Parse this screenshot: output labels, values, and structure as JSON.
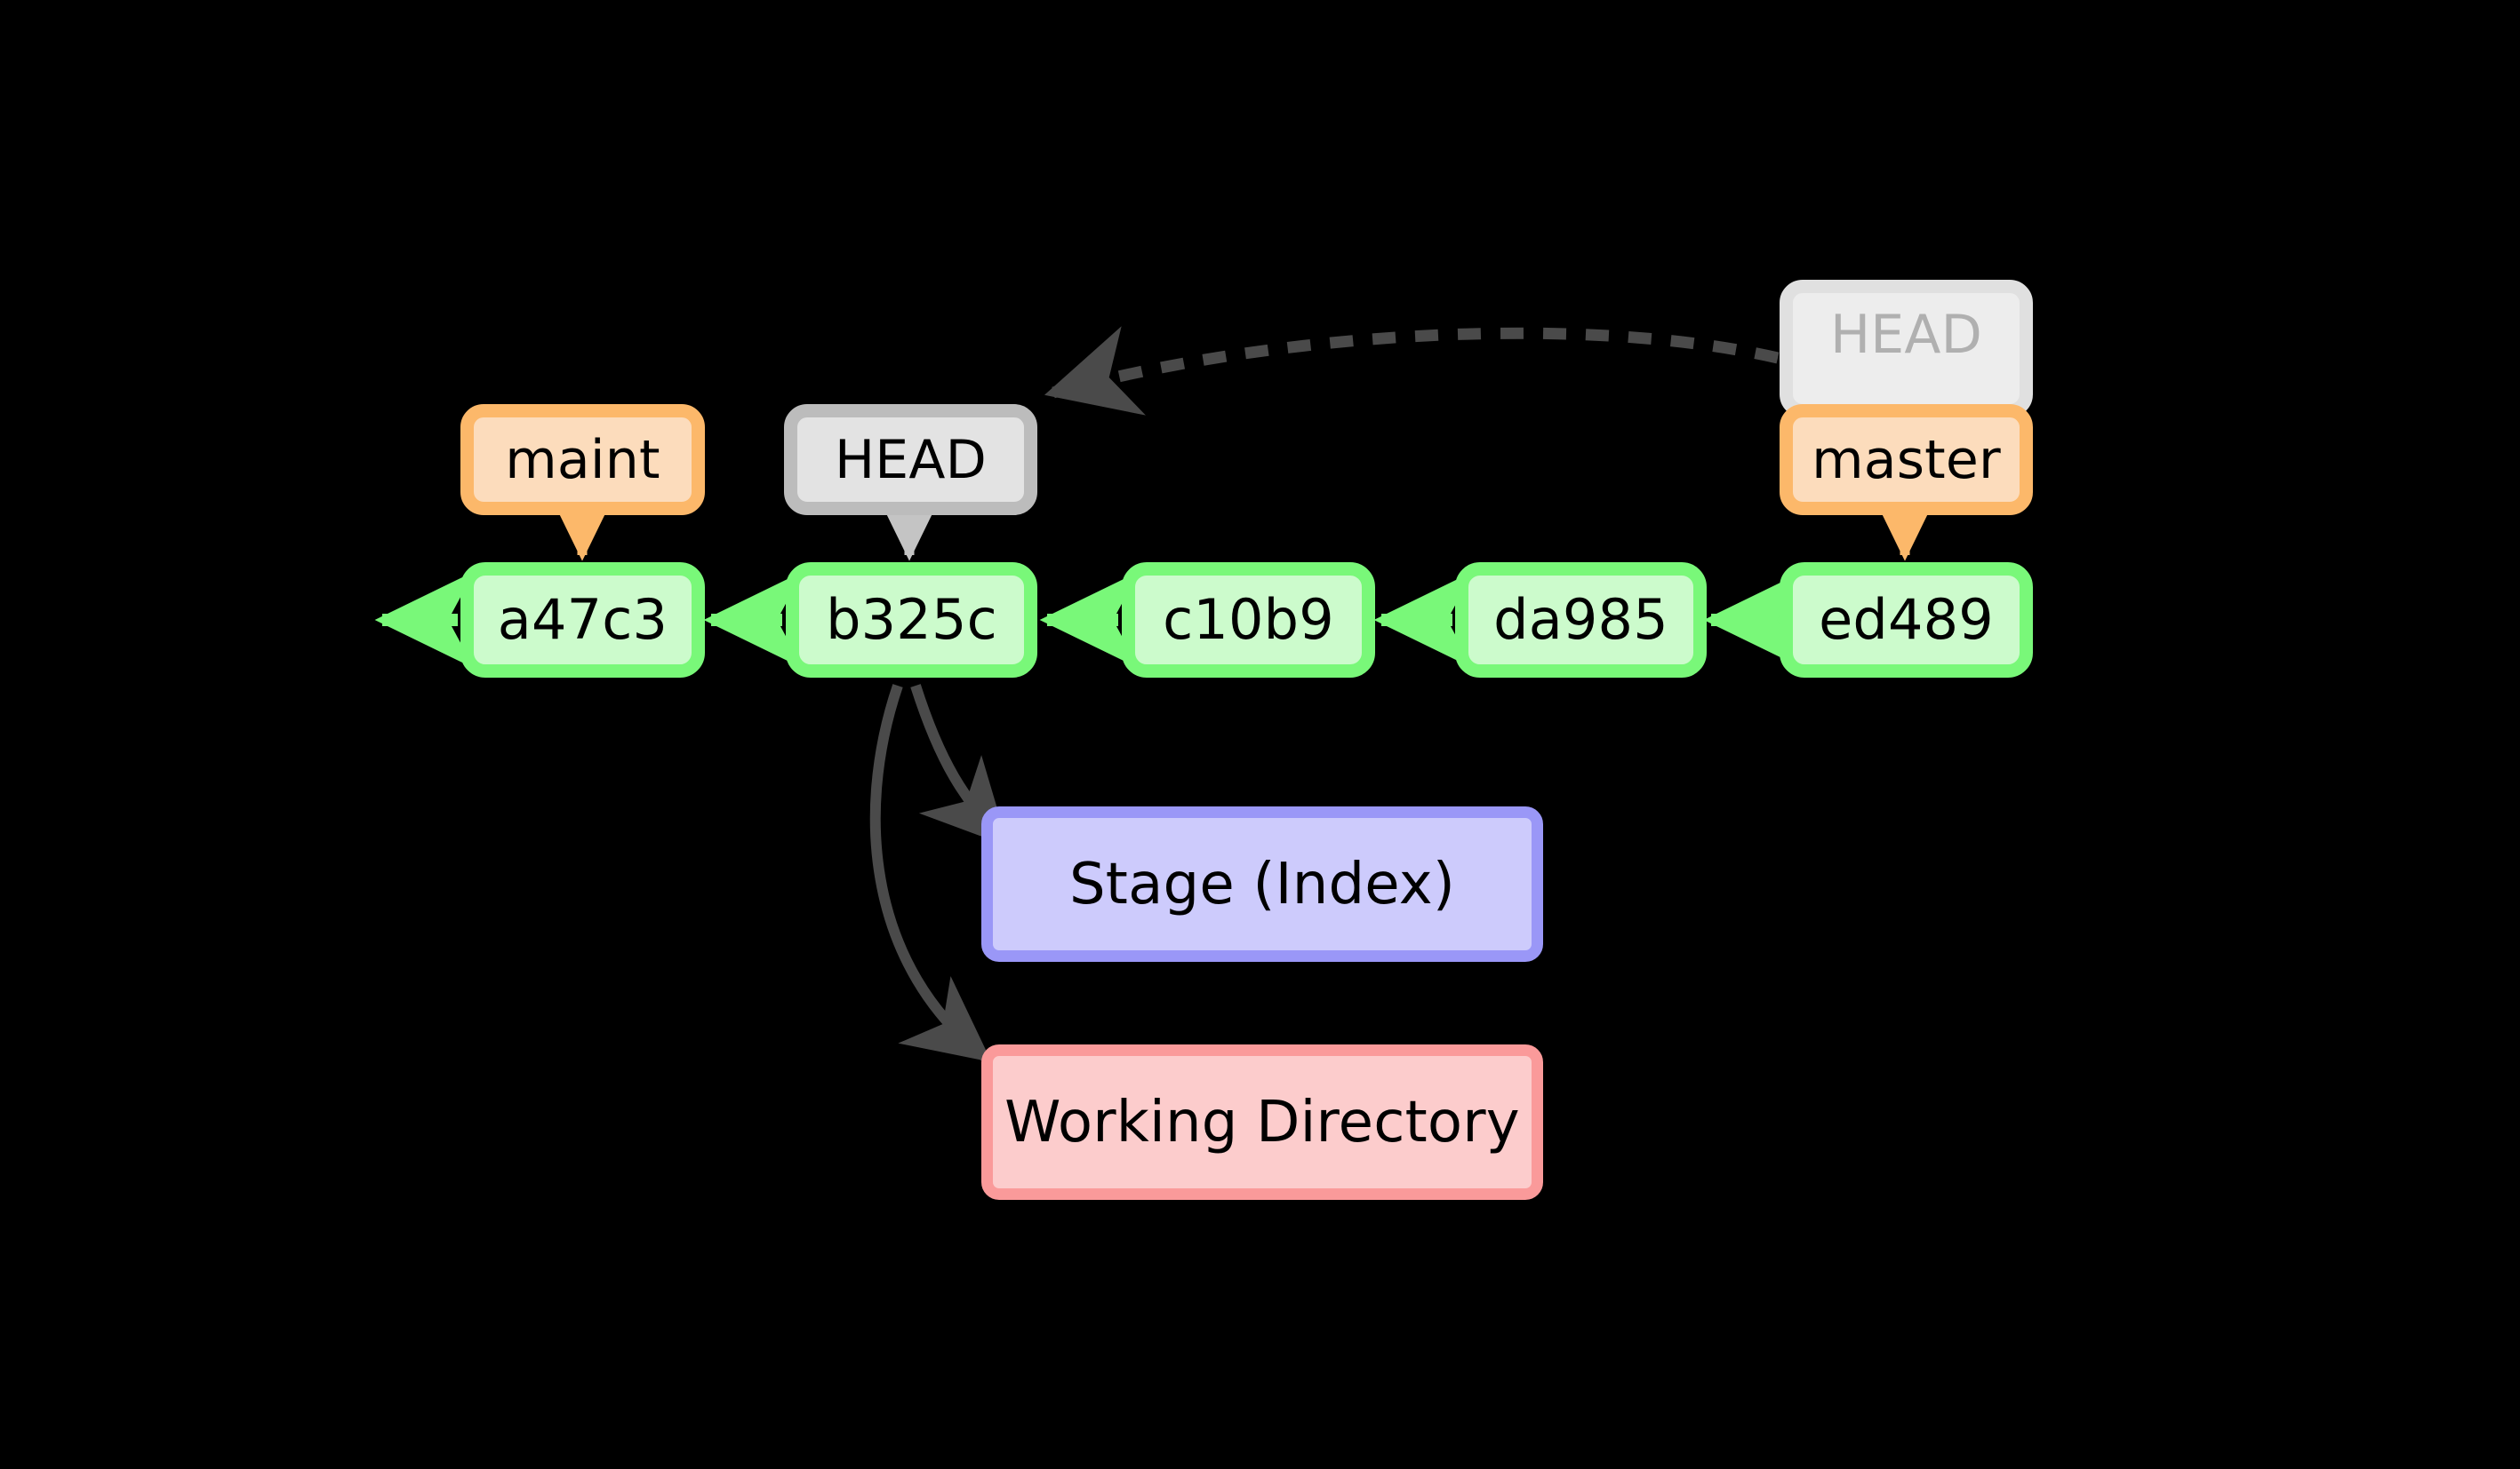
{
  "diagram": {
    "title": "Git HEAD reset diagram",
    "background_color": "#000000"
  },
  "commits": [
    {
      "id": "a47c3",
      "label": "a47c3"
    },
    {
      "id": "b325c",
      "label": "b325c"
    },
    {
      "id": "c10b9",
      "label": "c10b9"
    },
    {
      "id": "da985",
      "label": "da985"
    },
    {
      "id": "ed489",
      "label": "ed489"
    }
  ],
  "refs": {
    "maint": {
      "label": "maint",
      "points_to": "a47c3",
      "color": "#fcb86a"
    },
    "head_current": {
      "label": "HEAD",
      "points_to": "b325c",
      "color": "#bcbcbc"
    },
    "head_previous": {
      "label": "HEAD",
      "points_to": "ed489",
      "color": "#e0e0e0",
      "state": "faded"
    },
    "master": {
      "label": "master",
      "points_to": "ed489",
      "color": "#fcb86a"
    }
  },
  "areas": {
    "stage": {
      "label": "Stage (Index)",
      "color": "#9a97f7"
    },
    "working_directory": {
      "label": "Working Directory",
      "color": "#fa9a9a"
    }
  },
  "colors": {
    "commit_border": "#79f879",
    "commit_fill": "#ccfbcc",
    "ref_orange_border": "#fcb86a",
    "ref_orange_fill": "#fcdcbc",
    "ref_grey_border": "#bcbcbc",
    "ref_grey_fill": "#e3e3e3",
    "ref_grey_faded_fill": "#ededed",
    "ref_grey_faded_text": "#b0b0b0",
    "stage_border": "#9a97f7",
    "stage_fill": "#cdcbfc",
    "work_border": "#fa9a9a",
    "work_fill": "#fccccc",
    "arrow_dark": "#4a4a4a",
    "arrow_green": "#79f879",
    "arrow_orange": "#fcb86a",
    "arrow_grey": "#c4c4c4"
  }
}
